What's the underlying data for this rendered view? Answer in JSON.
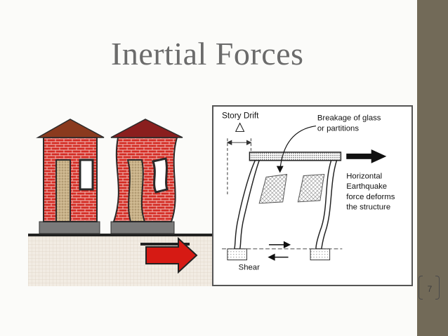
{
  "slide": {
    "title": "Inertial Forces",
    "page_number": "7"
  },
  "diagram": {
    "story_drift_label": "Story Drift",
    "drift_symbol": "Δ",
    "breakage_label_line1": "Breakage of glass",
    "breakage_label_line2": "or partitions",
    "force_label_line1": "Horizontal",
    "force_label_line2": "Earthquake",
    "force_label_line3": "force deforms",
    "force_label_line4": "the structure",
    "shear_label": "Shear"
  },
  "colors": {
    "sidebar": "#726a58",
    "brick": "#d42a22",
    "roof": "#8a3a1e",
    "ground_arrow": "#d61a14",
    "title": "#6b6b6b"
  }
}
